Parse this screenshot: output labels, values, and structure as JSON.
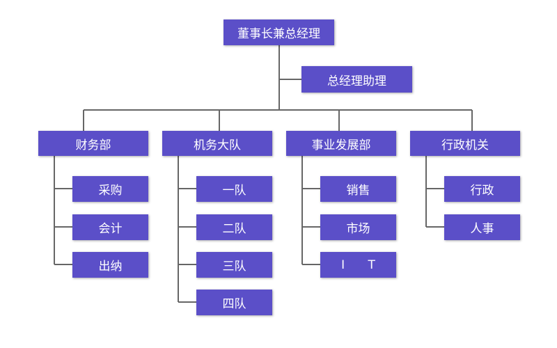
{
  "colors": {
    "box_fill": "#5b4fc8",
    "box_text": "#ffffff",
    "connector": "#666666"
  },
  "chart": {
    "root": "董事长兼总经理",
    "assistant": "总经理助理",
    "departments": [
      {
        "name": "财务部",
        "children": [
          "采购",
          "会计",
          "出纳"
        ]
      },
      {
        "name": "机务大队",
        "children": [
          "一队",
          "二队",
          "三队",
          "四队"
        ]
      },
      {
        "name": "事业发展部",
        "children": [
          "销售",
          "市场",
          "I T"
        ]
      },
      {
        "name": "行政机关",
        "children": [
          "行政",
          "人事"
        ]
      }
    ]
  }
}
